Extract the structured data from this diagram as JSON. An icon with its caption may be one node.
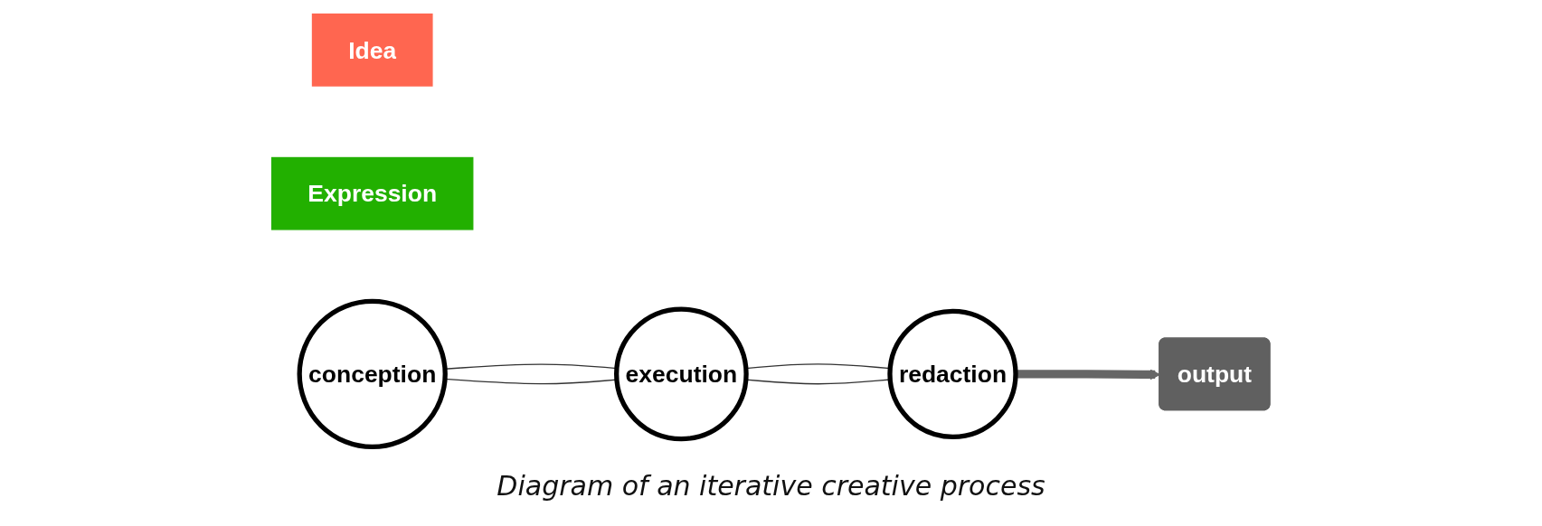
{
  "diagram": {
    "caption": "Diagram of an iterative creative process",
    "nodes": [
      {
        "text": [
          "Idea"
        ]
      },
      {
        "text": [
          "Expression"
        ]
      },
      {
        "text": [
          "conception"
        ]
      },
      {
        "text": [
          "execution"
        ]
      },
      {
        "text": [
          "redaction"
        ]
      },
      {
        "text": [
          "output"
        ]
      }
    ],
    "edges": [
      {
        "from": 2,
        "to": 3,
        "arrow": "none"
      },
      {
        "from": 2,
        "to": 3,
        "arrow": "none"
      },
      {
        "from": 3,
        "to": 4,
        "arrow": "none"
      },
      {
        "from": 3,
        "to": 4,
        "arrow": "none"
      },
      {
        "from": 4,
        "to": 5,
        "arrow": "to",
        "style": "thick",
        "color": "#666666"
      }
    ]
  }
}
